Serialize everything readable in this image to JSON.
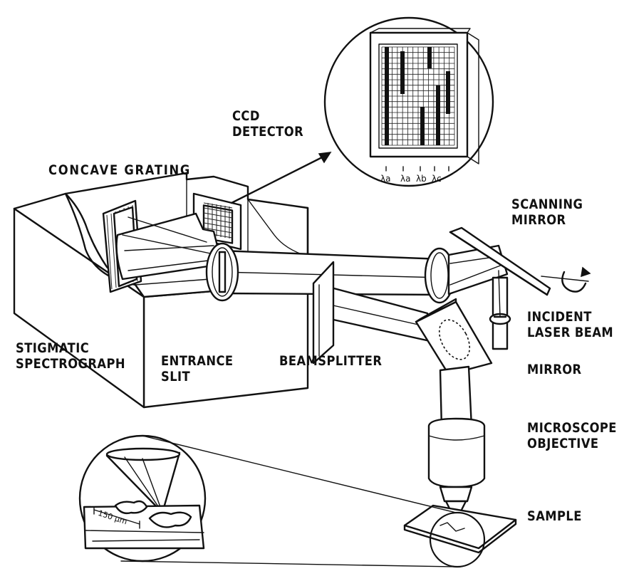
{
  "labels": {
    "ccd_detector": "CCD\nDETECTOR",
    "concave_grating": "CONCAVE GRATING",
    "scanning_mirror": "SCANNING\nMIRROR",
    "incident_laser_beam": "INCIDENT\nLASER BEAM",
    "mirror": "MIRROR",
    "stigmatic_spectrograph": "STIGMATIC\nSPECTROGRAPH",
    "entrance_slit": "ENTRANCE\nSLIT",
    "beamsplitter": "BEAMSPLITTER",
    "microscope_objective": "MICROSCOPE\nOBJECTIVE",
    "sample": "SAMPLE"
  },
  "ccd_wavelengths": [
    "λa",
    "λa",
    "λb",
    "λc"
  ],
  "scale_bar": "150 μm"
}
